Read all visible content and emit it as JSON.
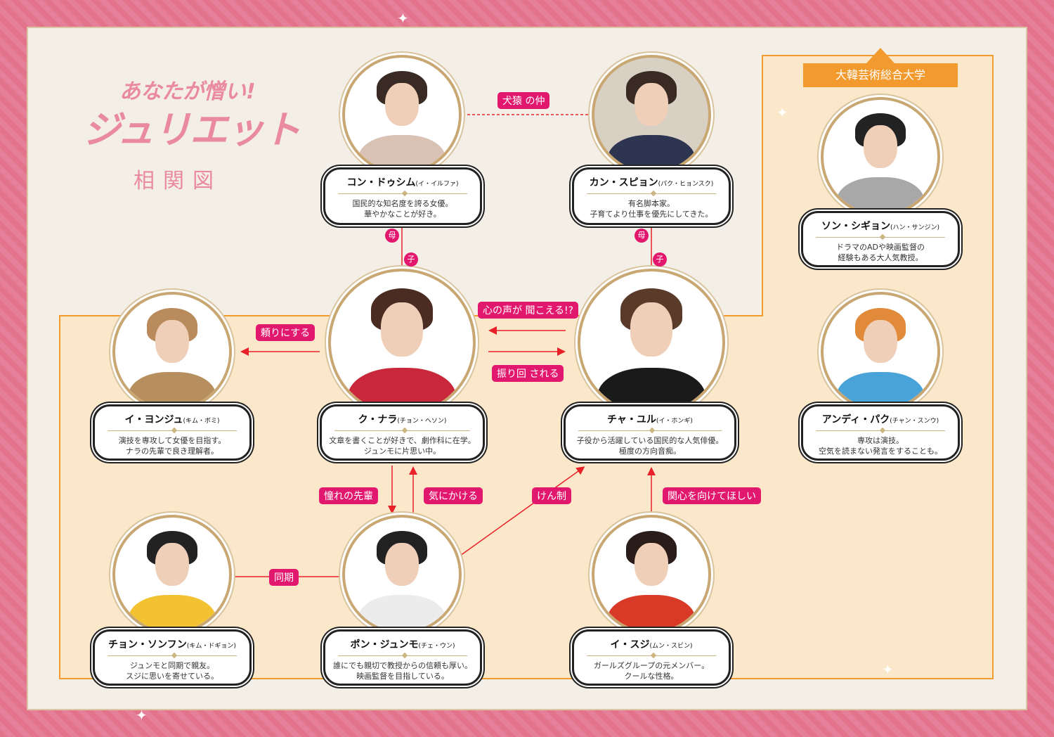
{
  "title": {
    "line1": "あなたが憎い!",
    "line2": "ジュリエット",
    "line3": "相関図"
  },
  "university": "大韓芸術総合大学",
  "colors": {
    "accent": "#e2186f",
    "arrow": "#e8202a",
    "orange": "#f29a2e",
    "frame": "#e46f86"
  },
  "characters": [
    {
      "name": "コン・ドゥシム",
      "actor": "(イ・イルファ)",
      "desc1": "国民的な知名度を誇る女優。",
      "desc2": "華やかなことが好き。"
    },
    {
      "name": "カン・スピョン",
      "actor": "(パク・ヒョンスク)",
      "desc1": "有名脚本家。",
      "desc2": "子育てより仕事を優先にしてきた。"
    },
    {
      "name": "ソン・シギョン",
      "actor": "(ハン・サンジン)",
      "desc1": "ドラマのADや映画監督の",
      "desc2": "経験もある大人気教授。"
    },
    {
      "name": "イ・ヨンジュ",
      "actor": "(キム・ボミ)",
      "desc1": "演技を専攻して女優を目指す。",
      "desc2": "ナラの先輩で良き理解者。"
    },
    {
      "name": "ク・ナラ",
      "actor": "(チョン・ヘソン)",
      "desc1": "文章を書くことが好きで、劇作科に在学。",
      "desc2": "ジュンモに片思い中。"
    },
    {
      "name": "チャ・ユル",
      "actor": "(イ・ホンギ)",
      "desc1": "子役から活躍している国民的な人気俳優。",
      "desc2": "極度の方向音痴。"
    },
    {
      "name": "アンディ・パク",
      "actor": "(チャン・スンウ)",
      "desc1": "専攻は演技。",
      "desc2": "空気を読まない発言をすることも。"
    },
    {
      "name": "チョン・ソンフン",
      "actor": "(キム・ドギョン)",
      "desc1": "ジュンモと同期で親友。",
      "desc2": "スジに思いを寄せている。"
    },
    {
      "name": "ポン・ジュンモ",
      "actor": "(チェ・ウン)",
      "desc1": "誰にでも親切で教授からの信頼も厚い。",
      "desc2": "映画監督を目指している。"
    },
    {
      "name": "イ・スジ",
      "actor": "(ムン・スビン)",
      "desc1": "ガールズグループの元メンバー。",
      "desc2": "クールな性格。"
    }
  ],
  "relations": {
    "rivals": "犬猿 の仲",
    "mother": "母",
    "child": "子",
    "hear": "心の声が 聞こえる!?",
    "swayed": "振り回 される",
    "rely": "頼りにする",
    "senpai": "憧れの先輩",
    "care": "気にかける",
    "check": "けん制",
    "attention": "関心を向けてほしい",
    "peers": "同期"
  }
}
